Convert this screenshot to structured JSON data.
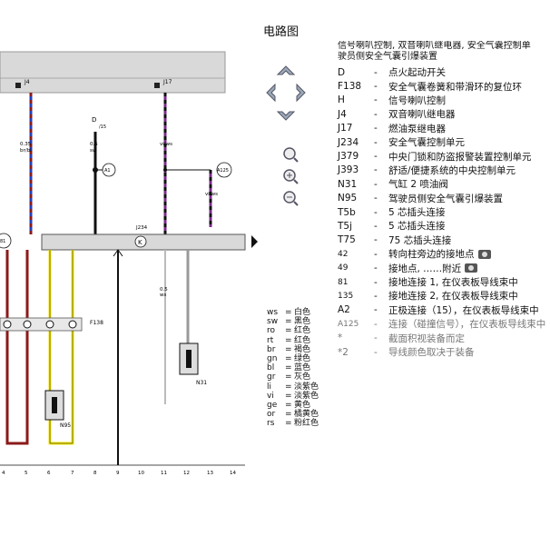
{
  "title": "电路图",
  "legend_heading": [
    "信号喇叭控制, 双音喇叭继电器, 安全气囊控制单",
    "驶员侧安全气囊引爆装置"
  ],
  "legend": [
    {
      "code": "D",
      "desc": "点火起动开关"
    },
    {
      "code": "F138",
      "desc": "安全气囊卷簧和带滑环的复位环"
    },
    {
      "code": "H",
      "desc": "信号喇叭控制"
    },
    {
      "code": "J4",
      "desc": "双音喇叭继电器"
    },
    {
      "code": "J17",
      "desc": "燃油泵继电器"
    },
    {
      "code": "J234",
      "desc": "安全气囊控制单元"
    },
    {
      "code": "J379",
      "desc": "中央门锁和防盗报警装置控制单元"
    },
    {
      "code": "J393",
      "desc": "舒适/便捷系统的中央控制单元"
    },
    {
      "code": "N31",
      "desc": "气缸 2 喷油阀"
    },
    {
      "code": "N95",
      "desc": "驾驶员侧安全气囊引爆装置"
    },
    {
      "code": "T5b",
      "desc": "5 芯插头连接"
    },
    {
      "code": "T5j",
      "desc": "5 芯插头连接"
    },
    {
      "code": "T75",
      "desc": "75 芯插头连接"
    },
    {
      "code": "42",
      "desc": "转向柱旁边的接地点",
      "camera": true
    },
    {
      "code": "49",
      "desc": "接地点, ……附近",
      "camera": true
    },
    {
      "code": "81",
      "desc": "接地连接 1, 在仪表板导线束中"
    },
    {
      "code": "135",
      "desc": "接地连接 2, 在仪表板导线束中"
    },
    {
      "code": "A2",
      "desc": "正极连接（15），在仪表板导线束中"
    },
    {
      "code": "A125",
      "desc": "连接（碰撞信号），在仪表板导线束中"
    },
    {
      "code": "*",
      "desc": "截面积视装备而定"
    },
    {
      "code": "*2",
      "desc": "导线颜色取决于装备"
    }
  ],
  "color_codes": [
    {
      "abbr": "ws",
      "name": "白色"
    },
    {
      "abbr": "sw",
      "name": "黑色"
    },
    {
      "abbr": "ro",
      "name": "红色"
    },
    {
      "abbr": "rt",
      "name": "红色"
    },
    {
      "abbr": "br",
      "name": "褐色"
    },
    {
      "abbr": "gn",
      "name": "绿色"
    },
    {
      "abbr": "bl",
      "name": "蓝色"
    },
    {
      "abbr": "gr",
      "name": "灰色"
    },
    {
      "abbr": "li",
      "name": "淡紫色"
    },
    {
      "abbr": "vi",
      "name": "淡紫色"
    },
    {
      "abbr": "ge",
      "name": "黄色"
    },
    {
      "abbr": "or",
      "name": "橘黄色"
    },
    {
      "abbr": "rs",
      "name": "粉红色"
    }
  ],
  "diagram": {
    "relay_labels": [
      "J4",
      "J17"
    ],
    "switch_label": "D",
    "switch_sub": "/15",
    "connector_labels": [
      "A1",
      "A125",
      "81"
    ],
    "wire_labels": [
      "0.35",
      "br/bl",
      "0.5",
      "sw",
      "vi/ws",
      "vi/ws",
      "0.5",
      "ws"
    ],
    "component_labels": [
      "F138",
      "N95",
      "N31",
      "J234"
    ],
    "module_symbol": "K",
    "ruler": [
      "4",
      "5",
      "6",
      "7",
      "8",
      "9",
      "10",
      "11",
      "12",
      "13",
      "14"
    ]
  },
  "colors": {
    "brown_wire": "#8b1a1a",
    "yellow_wire": "#f2e600",
    "purple_wire": "#7a2a8a",
    "blue_wire": "#2040c0",
    "gray_band": "#d9d9d9"
  }
}
